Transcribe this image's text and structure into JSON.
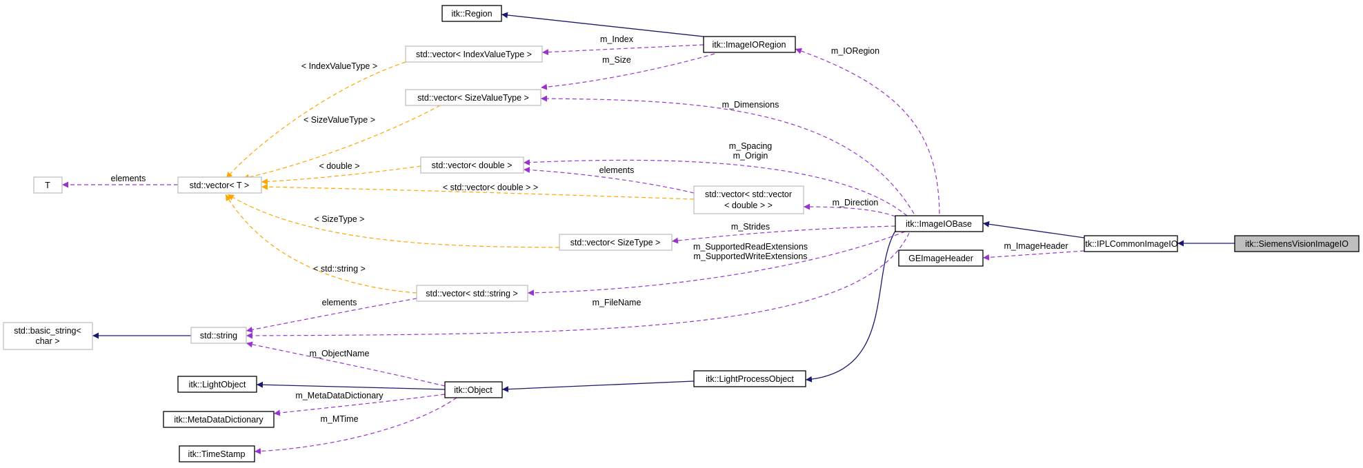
{
  "nodes": {
    "region": "itk::Region",
    "imageioregion": "itk::ImageIORegion",
    "vec_index": "std::vector< IndexValueType >",
    "vec_size": "std::vector< SizeValueType >",
    "t": "T",
    "vec_t": "std::vector< T >",
    "vec_double": "std::vector< double >",
    "vec_vec_double_1": "std::vector< std::vector",
    "vec_vec_double_2": "< double > >",
    "vec_sizetype": "std::vector< SizeType >",
    "imageiobase": "itk::ImageIOBase",
    "iplcommon": "itk::IPLCommonImageIO",
    "siemens": "itk::SiemensVisionImageIO",
    "geimageheader": "GEImageHeader",
    "vec_string": "std::vector< std::string >",
    "basic_string_1": "std::basic_string<",
    "basic_string_2": "char >",
    "string": "std::string",
    "lightobject": "itk::LightObject",
    "object": "itk::Object",
    "lightprocessobject": "itk::LightProcessObject",
    "metadatadictionary": "itk::MetaDataDictionary",
    "timestamp": "itk::TimeStamp"
  },
  "edge_labels": {
    "m_index": "m_Index",
    "m_size": "m_Size",
    "m_ioregion": "m_IORegion",
    "index_value_type": "< IndexValueType >",
    "size_value_type": "< SizeValueType >",
    "m_dimensions": "m_Dimensions",
    "m_spacing": "m_Spacing",
    "m_origin": "m_Origin",
    "elements_t": "elements",
    "tpl_double": "< double >",
    "elements_double": "elements",
    "tpl_vec_double": "< std::vector< double > >",
    "m_direction": "m_Direction",
    "tpl_sizetype": "< SizeType >",
    "m_strides": "m_Strides",
    "m_imageheader": "m_ImageHeader",
    "m_supported_read": "m_SupportedReadExtensions",
    "m_supported_write": "m_SupportedWriteExtensions",
    "tpl_string": "< std::string >",
    "elements_string": "elements",
    "m_filename": "m_FileName",
    "m_objectname": "m_ObjectName",
    "m_metadatadictionary": "m_MetaDataDictionary",
    "m_mtime": "m_MTime"
  },
  "colors": {
    "inheritance": "#191970",
    "usage": "#9a32cd",
    "template": "#ffa500",
    "focus_fill": "#bfbfbf",
    "grey_border": "#bfbfbf"
  }
}
